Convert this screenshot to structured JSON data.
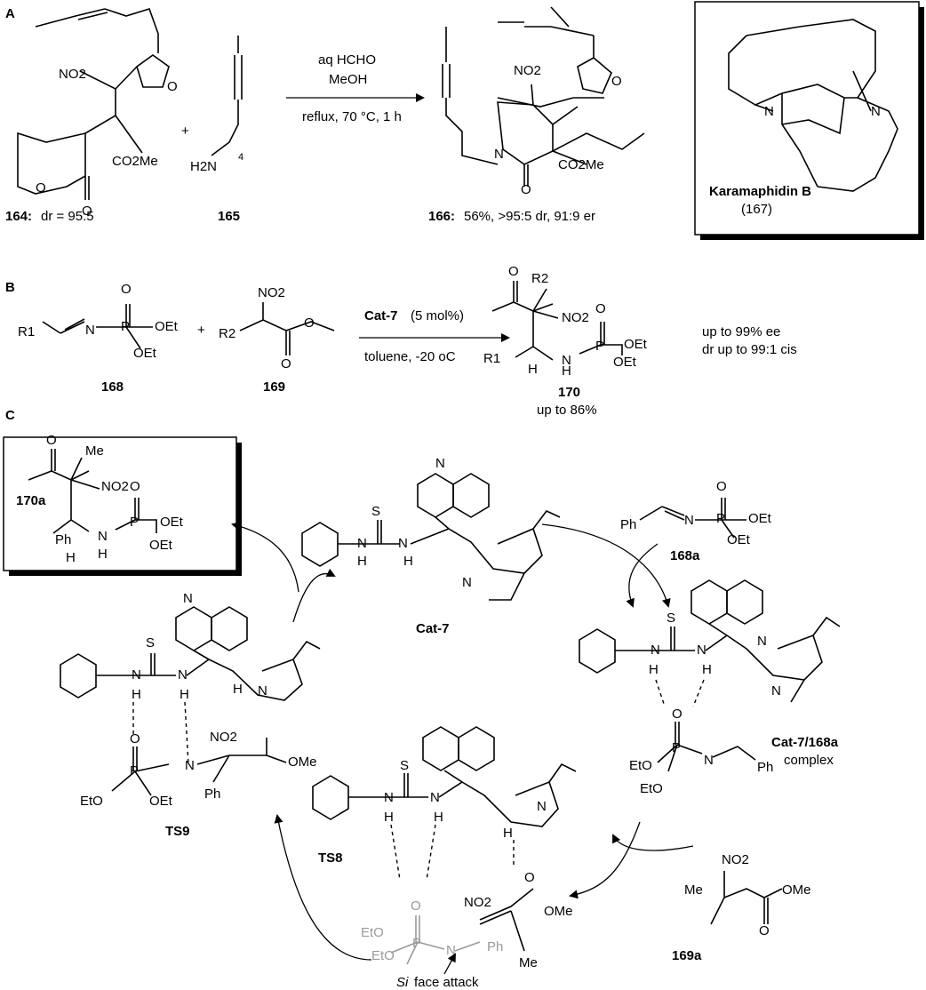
{
  "panels": {
    "A": "A",
    "B": "B",
    "C": "C"
  },
  "sectionA": {
    "no2": "NO2",
    "co2me": "CO2Me",
    "h2n": "H2N",
    "sub4": "4",
    "plus": "+",
    "cond1": "aq HCHO",
    "cond2": "MeOH",
    "cond3": "reflux, 70 °C, 1 h",
    "cmp164_num": "164:",
    "cmp164_rest": "dr = 95:5",
    "cmp165": "165",
    "cmp166_num": "166:",
    "cmp166_rest": "56%, >95:5 dr, 91:9 er",
    "karamaphidin_name": "Karamaphidin B",
    "karamaphidin_num": "(167)"
  },
  "sectionB": {
    "r1": "R1",
    "r2": "R2",
    "oet": "OEt",
    "plus": "+",
    "cat_name": "Cat-7",
    "cat_load": "(5 mol%)",
    "cond": "toluene, -20 oC",
    "cmp168": "168",
    "cmp169": "169",
    "cmp170": "170",
    "yield": "up to 86%",
    "ee": "up to 99% ee",
    "dr": "dr up to 99:1 cis"
  },
  "sectionC": {
    "cmp170a": "170a",
    "cmp168a": "168a",
    "cmp169a": "169a",
    "cat7": "Cat-7",
    "complex_a": "Cat-7/168a",
    "complex_b": "complex",
    "ts8": "TS8",
    "ts9": "TS9",
    "si_a": "Si",
    "si_b": "face attack",
    "me": "Me",
    "ph": "Ph",
    "ome": "OMe",
    "eto": "EtO"
  },
  "colors": {
    "ink": "#000000",
    "grey": "#9a9a9a",
    "background": "#ffffff"
  }
}
